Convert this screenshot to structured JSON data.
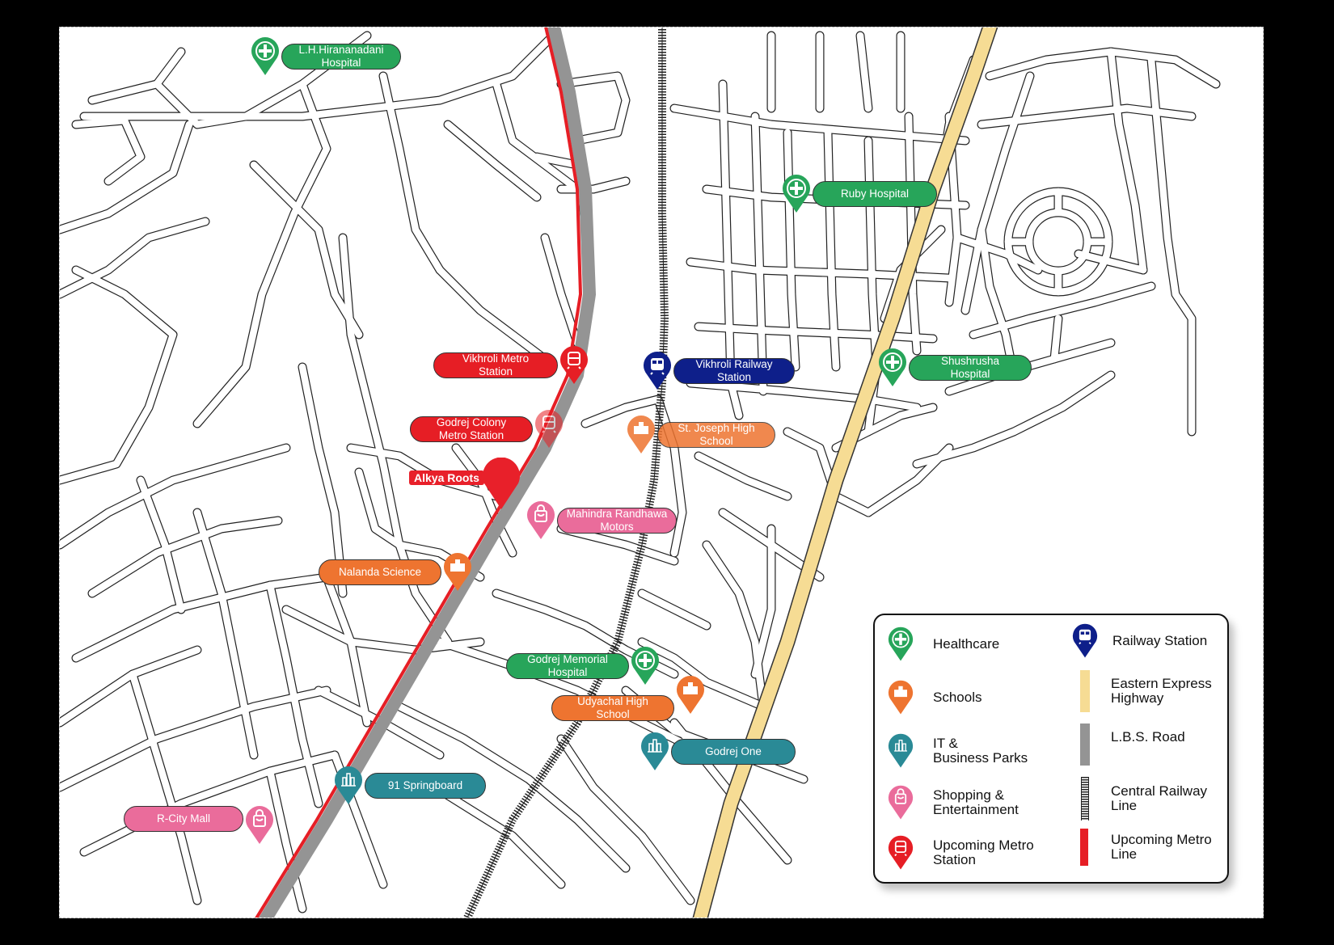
{
  "map": {
    "project": {
      "name": "Alkya Roots",
      "color": "#e8202a"
    },
    "colors": {
      "healthcare": "#27a55a",
      "schools": "#ee7430",
      "it_parks": "#2a8a96",
      "shopping": "#ea6c9b",
      "metro_station": "#e61e25",
      "railway_station": "#0e1f8a",
      "eastern_express_highway": "#f6dc94",
      "lbs_road": "#949494",
      "metro_line": "#e61e25"
    },
    "pois": [
      {
        "id": "lh-hiranandani",
        "label": "L.H.Hirananadani\nHospital",
        "category": "healthcare"
      },
      {
        "id": "ruby-hospital",
        "label": "Ruby Hospital",
        "category": "healthcare"
      },
      {
        "id": "shushrusha-hospital",
        "label": "Shushrusha\nHospital",
        "category": "healthcare"
      },
      {
        "id": "vikhroli-metro",
        "label": "Vikhroli Metro\nStation",
        "category": "metro_station"
      },
      {
        "id": "vikhroli-railway",
        "label": "Vikhroli Railway\nStation",
        "category": "railway_station"
      },
      {
        "id": "godrej-colony-metro",
        "label": "Godrej Colony\nMetro Station",
        "category": "metro_station"
      },
      {
        "id": "st-joseph",
        "label": "St. Joseph High\nSchool",
        "category": "schools"
      },
      {
        "id": "mahindra-randhawa",
        "label": "Mahindra Randhawa\nMotors",
        "category": "shopping"
      },
      {
        "id": "nalanda-science",
        "label": "Nalanda Science",
        "category": "schools"
      },
      {
        "id": "godrej-memorial",
        "label": "Godrej Memorial\nHospital",
        "category": "healthcare"
      },
      {
        "id": "udyachal-high",
        "label": "Udyachal High\nSchool",
        "category": "schools"
      },
      {
        "id": "godrej-one",
        "label": "Godrej One",
        "category": "it_parks"
      },
      {
        "id": "91-springboard",
        "label": "91 Springboard",
        "category": "it_parks"
      },
      {
        "id": "r-city-mall",
        "label": "R-City Mall",
        "category": "shopping"
      }
    ]
  },
  "legend": {
    "items": [
      {
        "label": "Healthcare",
        "icon": "healthcare-pin-icon"
      },
      {
        "label": "Schools",
        "icon": "school-pin-icon"
      },
      {
        "label": "IT &\nBusiness Parks",
        "icon": "it-park-pin-icon"
      },
      {
        "label": "Shopping &\nEntertainment",
        "icon": "shopping-pin-icon"
      },
      {
        "label": "Upcoming Metro\nStation",
        "icon": "metro-pin-icon"
      },
      {
        "label": "Railway Station",
        "icon": "railway-pin-icon"
      },
      {
        "label": "Eastern Express\nHighway",
        "icon": "highway-swatch"
      },
      {
        "label": "L.B.S. Road",
        "icon": "lbs-road-swatch"
      },
      {
        "label": "Central Railway\nLine",
        "icon": "railway-line-swatch"
      },
      {
        "label": "Upcoming Metro\nLine",
        "icon": "metro-line-swatch"
      }
    ]
  }
}
